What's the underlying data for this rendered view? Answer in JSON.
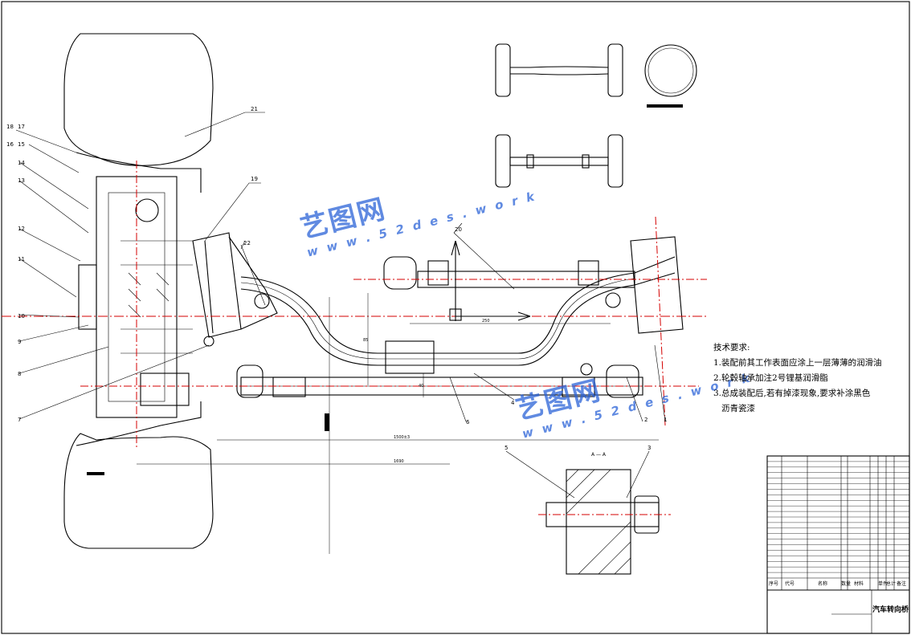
{
  "drawing": {
    "title": "汽车转向桥",
    "section_label": "A — A",
    "technical_requirements": {
      "heading": "技术要求:",
      "items": [
        "1.装配前其工作表面应涂上一层薄薄的润滑油",
        "2.轮毂轴承加注2号锂基润滑脂",
        "3.总成装配后,若有掉漆现象,要求补涂黑色",
        "沥青瓷漆"
      ]
    },
    "part_labels": [
      "18",
      "17",
      "16",
      "15",
      "14",
      "13",
      "12",
      "11",
      "10",
      "9",
      "8",
      "7",
      "21",
      "19",
      "22",
      "20",
      "6",
      "5",
      "4",
      "3",
      "2",
      "1"
    ],
    "dimensions": [
      "1500±3",
      "1690",
      "250",
      "85",
      "40"
    ],
    "title_block_headers": [
      "序号",
      "代号",
      "名称",
      "数量",
      "材料",
      "单件",
      "总计",
      "备注"
    ],
    "watermark": {
      "brand": "艺图网",
      "url": "w w w . 5 2 d e s . w o r k"
    }
  },
  "colors": {
    "line": "#000000",
    "centerline": "#d40000",
    "watermark": "#2b63d8"
  }
}
